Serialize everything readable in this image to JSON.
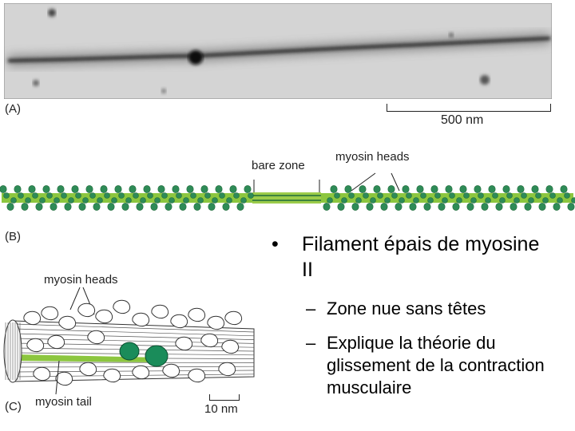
{
  "panel_a": {
    "label": "(A)",
    "scale_bar": "500 nm"
  },
  "panel_b": {
    "label": "(B)",
    "bare_zone": "bare zone",
    "myosin_heads": "myosin heads"
  },
  "panel_c": {
    "label": "(C)",
    "myosin_heads": "myosin heads",
    "myosin_tail": "myosin tail",
    "scale_bar": "10 nm"
  },
  "text": {
    "bullet_glyph": "•",
    "bullet": "Filament épais de myosine II",
    "dash_glyph": "–",
    "sub_bullets": [
      "Zone nue sans têtes",
      "Explique la théorie du glissement de la contraction musculaire"
    ]
  },
  "colors": {
    "head_green": "#2e8b57",
    "rod_green": "#8cc63f",
    "dark_green": "#1f6b3a",
    "highlight_green": "#1a8c5a"
  }
}
